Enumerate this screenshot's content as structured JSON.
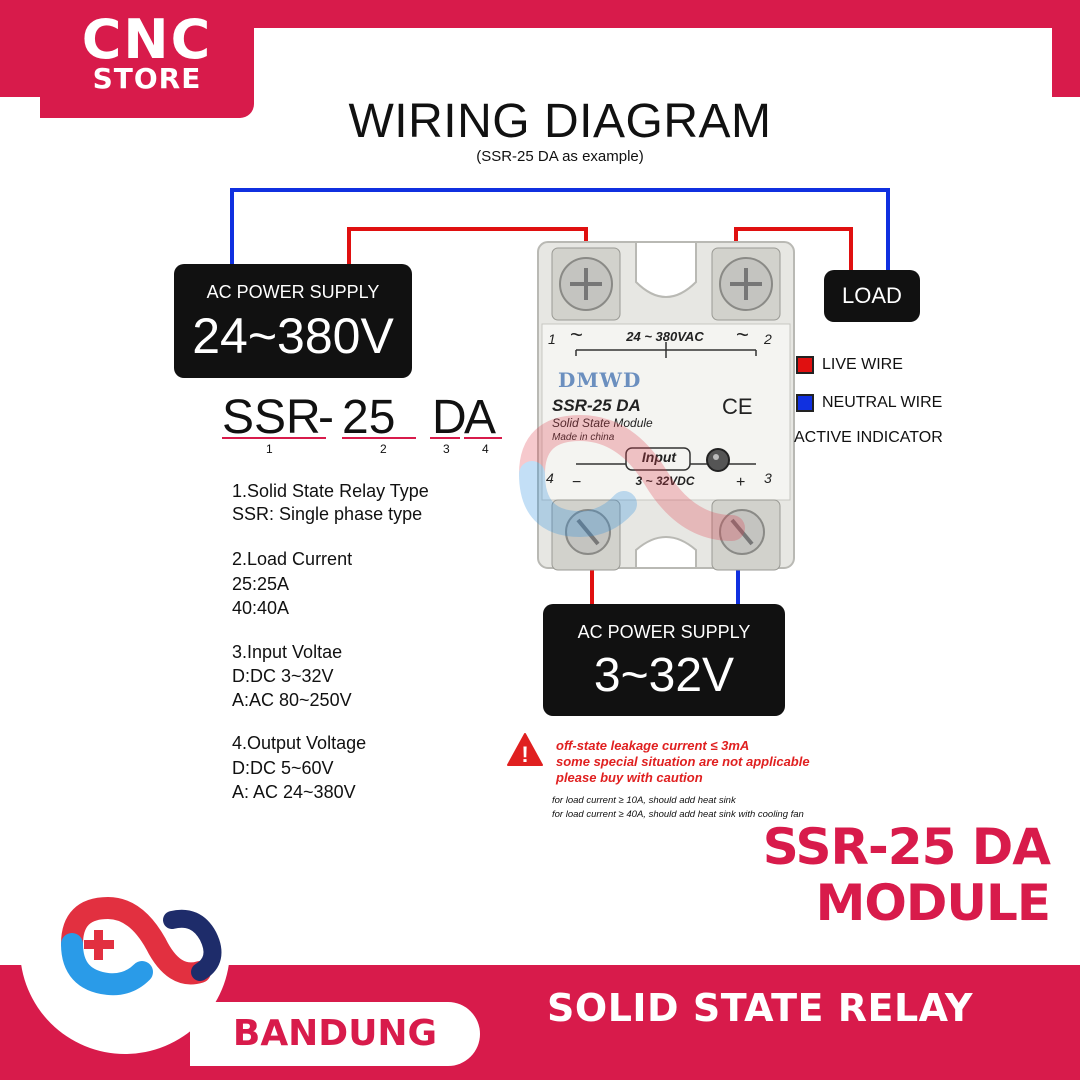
{
  "brand": {
    "line1": "CNC",
    "line2": "STORE"
  },
  "diagram": {
    "title": "WIRING DIAGRAM",
    "subtitle": "(SSR-25 DA as example)",
    "ac_supply_top": {
      "label": "AC POWER SUPPLY",
      "value": "24~380V"
    },
    "load": "LOAD",
    "ac_supply_bottom": {
      "label": "AC POWER SUPPLY",
      "value": "3~32V"
    }
  },
  "legend": {
    "live": "LIVE WIRE",
    "neutral": "NEUTRAL WIRE",
    "indicator": "ACTIVE INDICATOR",
    "live_color": "#e01010",
    "neutral_color": "#1030e0"
  },
  "relay": {
    "brand": "DMWD",
    "model": "SSR-25 DA",
    "desc": "Solid State Module",
    "made": "Made in china",
    "ce": "CE",
    "top_voltage": "24 ~ 380VAC",
    "input_label": "Input",
    "input_voltage": "3 ~ 32VDC",
    "term1": "1",
    "term2": "2",
    "term3": "3",
    "term4": "4",
    "tilde": "~",
    "minus": "−",
    "plus": "+"
  },
  "code": {
    "p1": "SSR",
    "dash": "-",
    "p2": "25",
    "p3": "D",
    "p4": "A",
    "n1": "1",
    "n2": "2",
    "n3": "3",
    "n4": "4"
  },
  "specs": [
    {
      "title": "1.Solid State Relay Type",
      "lines": [
        "SSR: Single phase type"
      ]
    },
    {
      "title": "2.Load Current",
      "lines": [
        "25:25A",
        "40:40A"
      ]
    },
    {
      "title": "3.Input Voltae",
      "lines": [
        "D:DC 3~32V",
        "A:AC 80~250V"
      ]
    },
    {
      "title": "4.Output Voltage",
      "lines": [
        "D:DC 5~60V",
        "A: AC 24~380V"
      ]
    }
  ],
  "warning": {
    "line1": "off-state leakage current  ≤  3mA",
    "line2": "some special situation are not applicable",
    "line3": "please buy with caution",
    "note1": "for load current ≥ 10A, should add heat sink",
    "note2": "for load current ≥ 40A, should add heat sink with cooling fan",
    "icon_mark": "!"
  },
  "product": {
    "line1": "SSR-25 DA",
    "line2": "MODULE"
  },
  "footer": {
    "city": "BANDUNG",
    "category": "SOLID STATE RELAY"
  },
  "colors": {
    "brand": "#d81b4b"
  }
}
